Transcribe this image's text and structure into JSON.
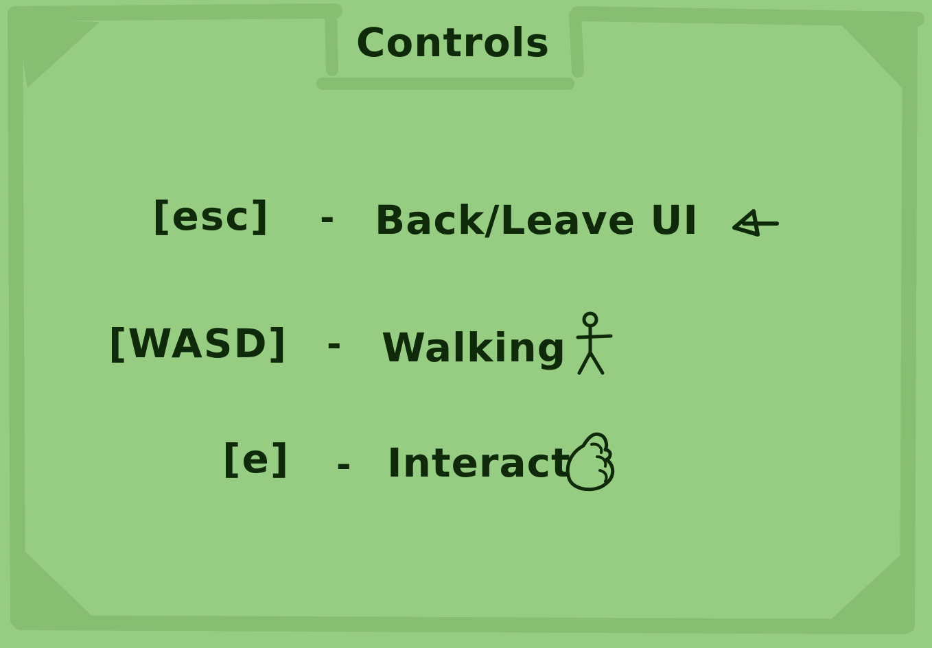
{
  "title": "Controls",
  "controls": [
    {
      "key": "[esc]",
      "separator": "-",
      "action": "Back/Leave UI",
      "icon": "back-arrow-icon"
    },
    {
      "key": "[WASD]",
      "separator": "-",
      "action": "Walking",
      "icon": "stick-figure-icon"
    },
    {
      "key": "[e]",
      "separator": "-",
      "action": "Interact",
      "icon": "hand-icon"
    }
  ],
  "colors": {
    "background": "#97cd82",
    "frame": "#88be72",
    "ink": "#0f2a0a"
  }
}
